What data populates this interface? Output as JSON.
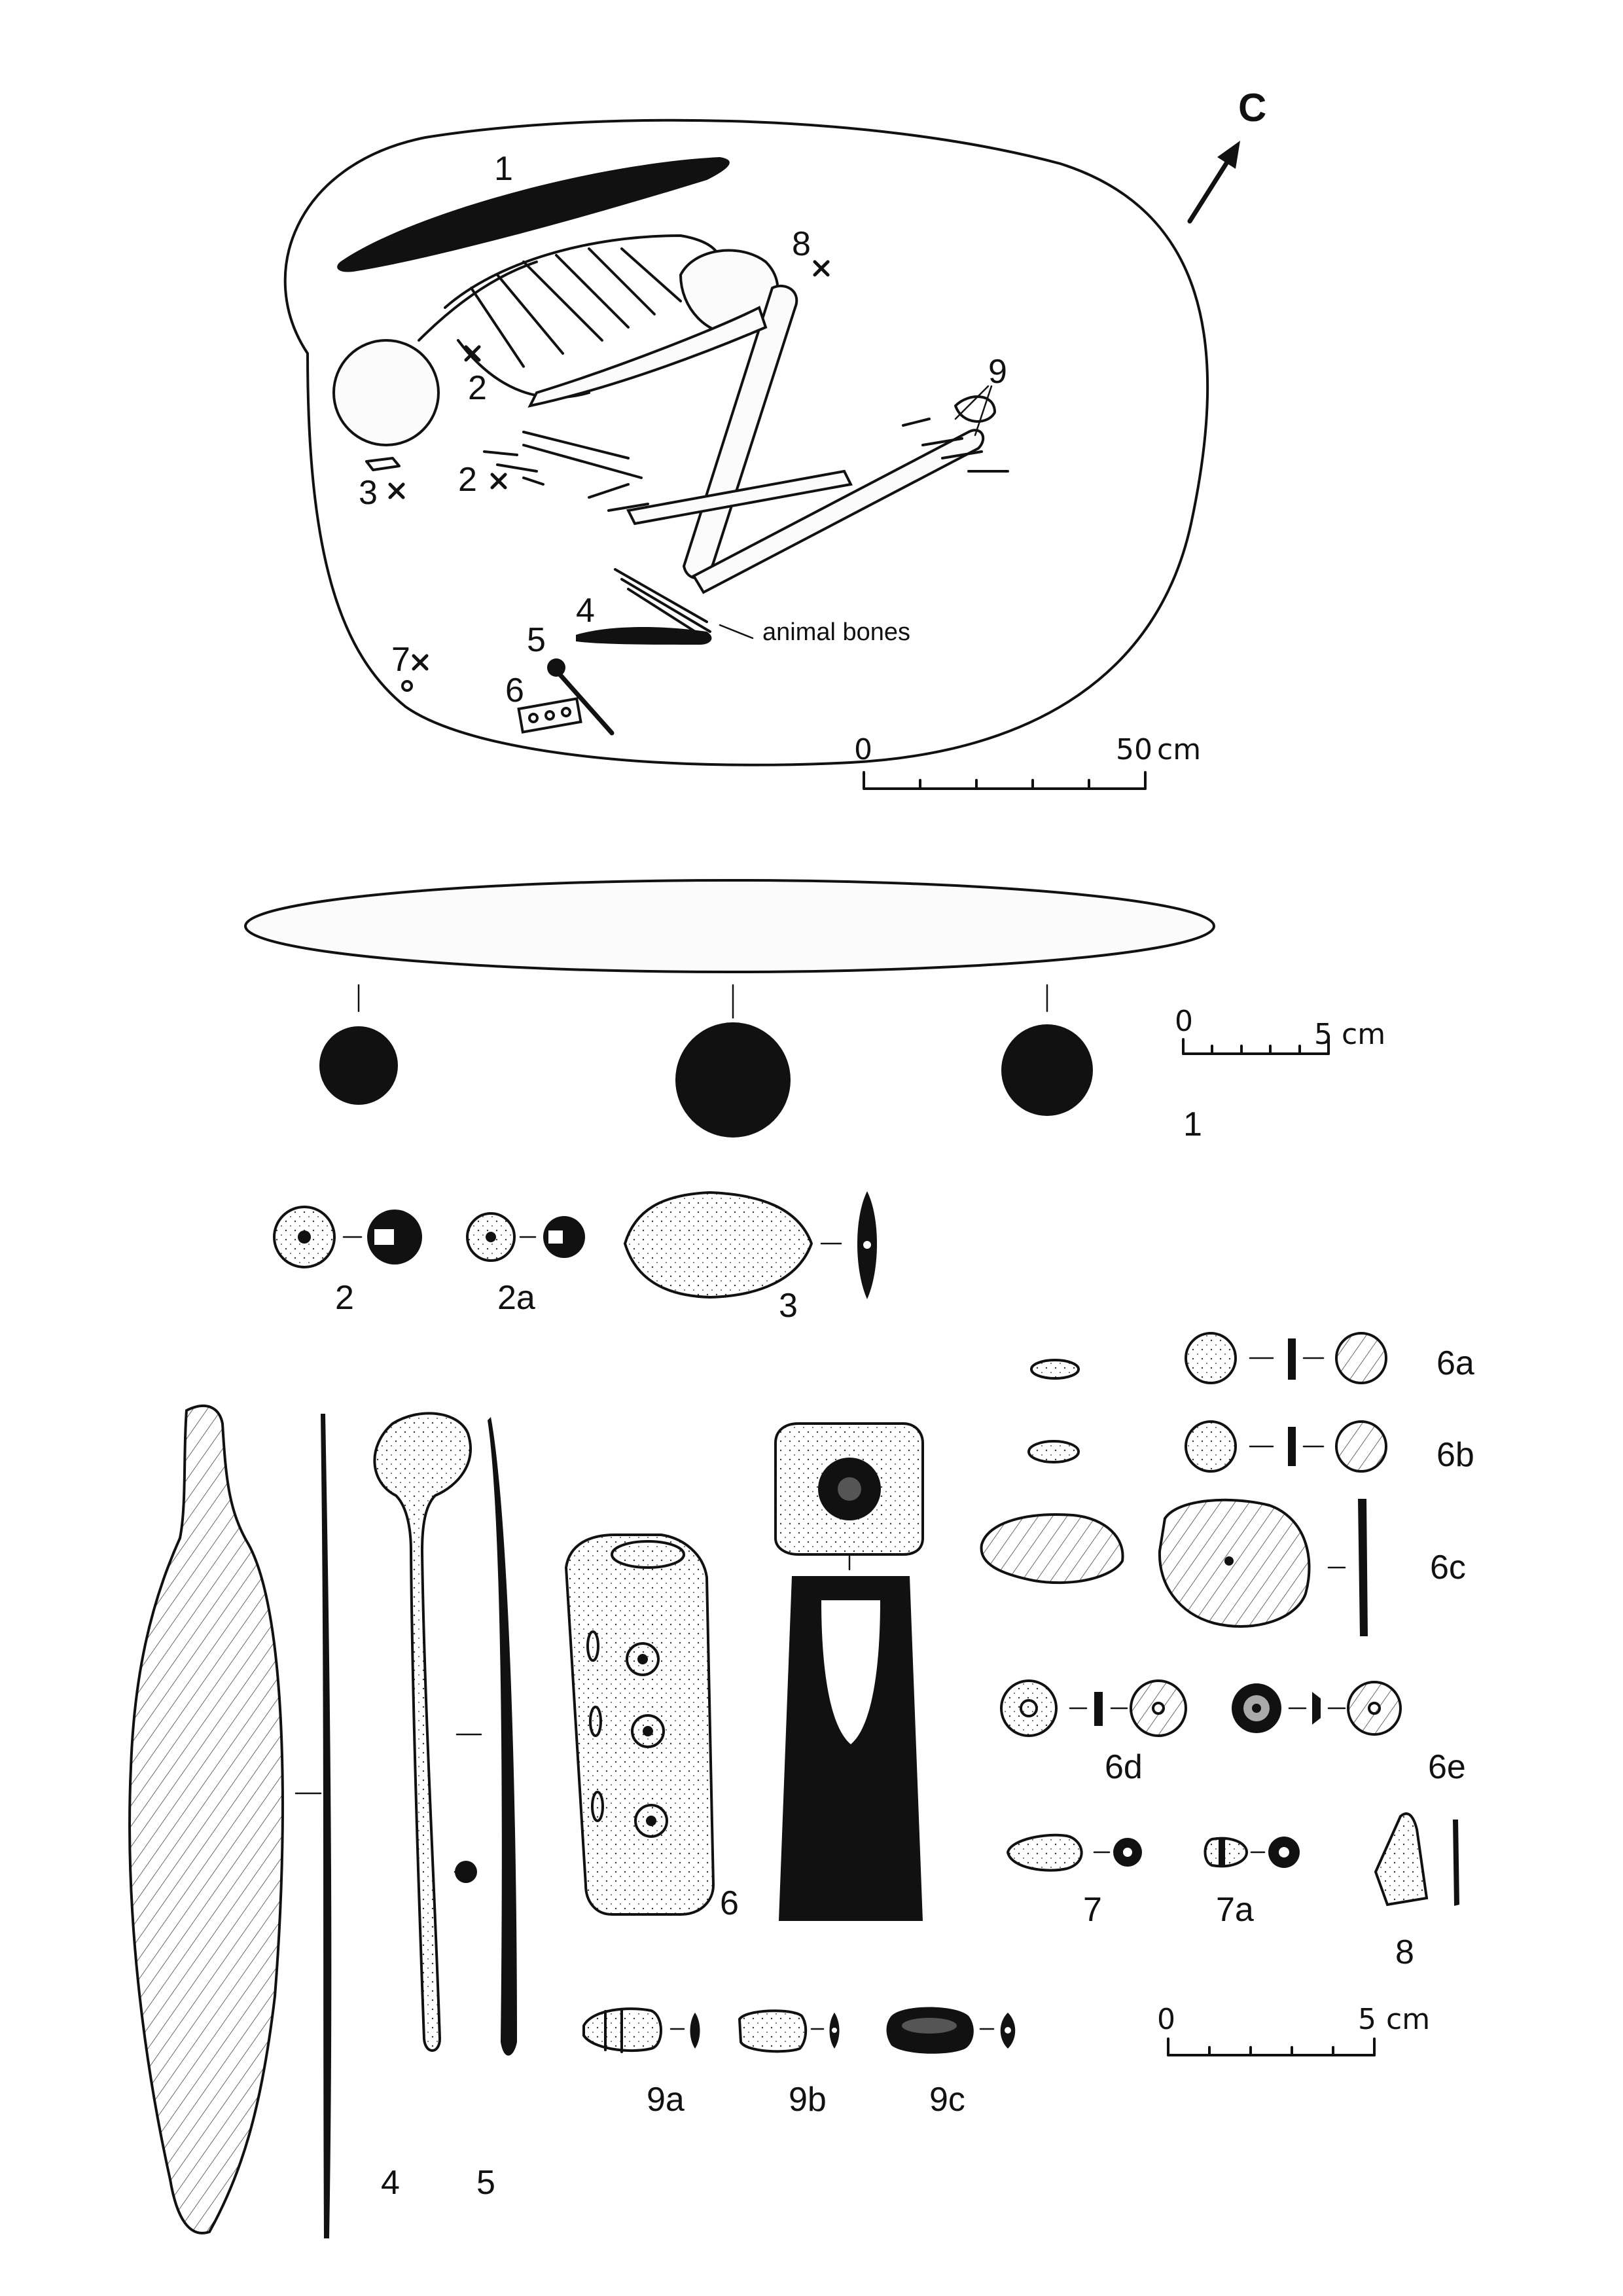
{
  "plan": {
    "north_label": "C",
    "numbers": [
      "1",
      "2",
      "2",
      "3",
      "4",
      "5",
      "6",
      "7",
      "8",
      "9"
    ],
    "annotation": "animal bones",
    "scale": {
      "start": "0",
      "end": "50",
      "unit": "cm"
    }
  },
  "scales": {
    "artifact_1": {
      "start": "0",
      "end": "5",
      "unit": "cm"
    },
    "small_finds": {
      "start": "0",
      "end": "5",
      "unit": "cm"
    }
  },
  "figure_labels": {
    "f1": "1",
    "f2": "2",
    "f2a": "2a",
    "f3": "3",
    "f4": "4",
    "f5": "5",
    "f6": "6",
    "f6a": "6a",
    "f6b": "6b",
    "f6c": "6c",
    "f6d": "6d",
    "f6e": "6e",
    "f7": "7",
    "f7a": "7a",
    "f8": "8",
    "f9a": "9a",
    "f9b": "9b",
    "f9c": "9c"
  },
  "icons": [
    "north-arrow-icon",
    "cross-marker-icon"
  ]
}
